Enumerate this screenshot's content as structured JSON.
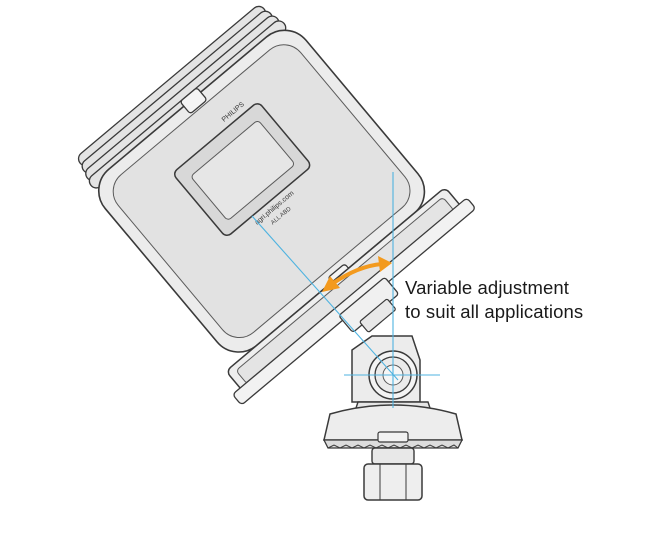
{
  "annotation": {
    "line1": "Variable adjustment",
    "line2": "to suit all applications"
  },
  "device_label": {
    "brand_tag": "PHILIPS",
    "side_text": "agri.philips.com",
    "part_text": "ALL ABD"
  },
  "colors": {
    "outline": "#3a3a3a",
    "body_fill": "#e9e9e9",
    "body_shade": "#dcdcdc",
    "guide_line": "#4fb3e0",
    "arrow": "#f39a1e",
    "text": "#1a1a1a"
  },
  "icons": {
    "adjustment_arrow": "double-headed-curved-arrow"
  }
}
